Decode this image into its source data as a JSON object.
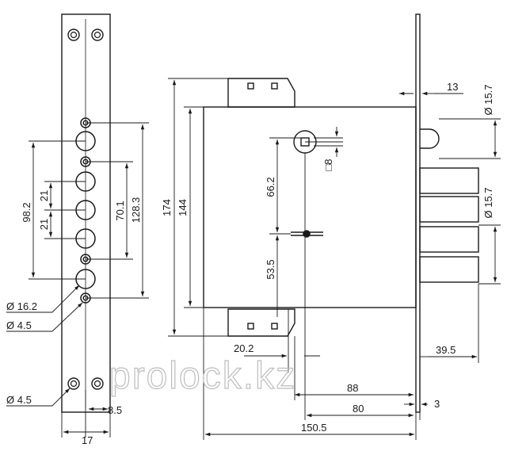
{
  "watermark": "prolock.kz",
  "faceplate": {
    "dim_98_2": "98.2",
    "dim_21_a": "21",
    "dim_21_b": "21",
    "dim_70_1": "70.1",
    "dim_128_3": "128.3",
    "dia_16_2": "Ø 16.2",
    "dia_4_5_a": "Ø 4.5",
    "dia_4_5_b": "Ø 4.5",
    "dim_8_5": "8.5",
    "dim_17": "17"
  },
  "body": {
    "dim_174": "174",
    "dim_144": "144",
    "dim_66_2": "66.2",
    "dim_53_5": "53.5",
    "dim_8_square": "□8",
    "dim_20_2": "20.2",
    "dim_88": "88",
    "dim_80": "80",
    "dim_150_5": "150.5",
    "dim_3": "3",
    "dim_13": "13",
    "dia_15_7_a": "Ø 15.7",
    "dia_15_7_b": "Ø 15.7",
    "dim_39_5": "39.5"
  },
  "colors": {
    "line": "#1a1a1a",
    "watermark": "#bdbdbd",
    "background": "#ffffff"
  }
}
